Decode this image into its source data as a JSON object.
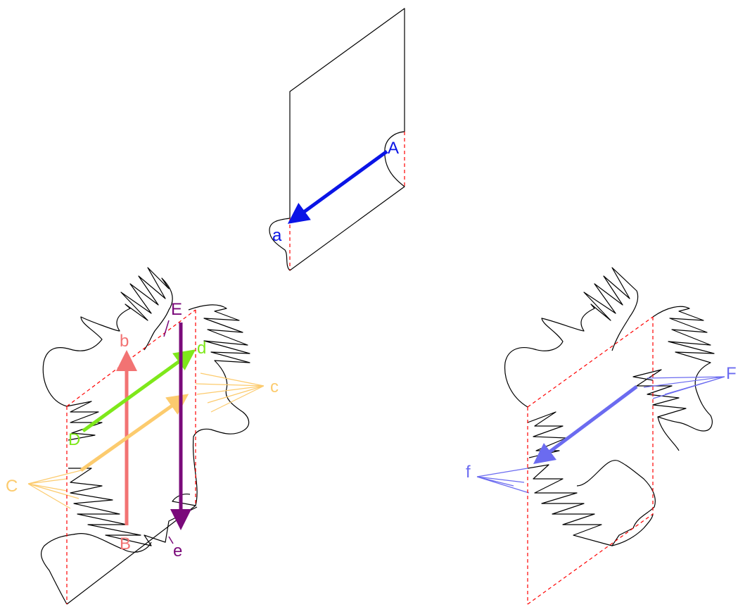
{
  "colors": {
    "outline": "#000000",
    "guide": "#ff0000",
    "blue": "#0a14e6",
    "salmon": "#f27373",
    "green": "#7ee81a",
    "orange": "#fccb6e",
    "purple": "#7a0a7a",
    "violet": "#6b6bf0"
  },
  "panels": {
    "top": {
      "label_A": "A",
      "label_a": "a"
    },
    "left": {
      "label_B": "B",
      "label_b": "b",
      "label_C": "C",
      "label_c": "c",
      "label_D": "D",
      "label_d": "d",
      "label_E": "E",
      "label_e": "e"
    },
    "right": {
      "label_F": "F",
      "label_f": "f"
    }
  }
}
